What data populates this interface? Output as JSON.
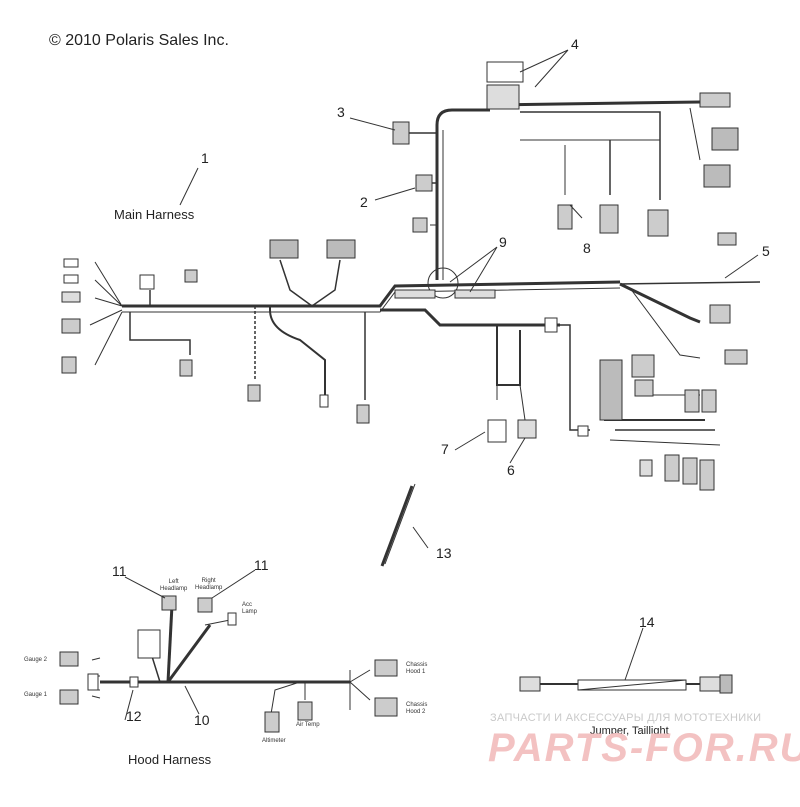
{
  "copyright": "© 2010 Polaris Sales Inc.",
  "labels": {
    "main_harness": "Main Harness",
    "hood_harness": "Hood Harness",
    "jumper_taillight": "Jumper, Taillight"
  },
  "callouts": {
    "c1": "1",
    "c2": "2",
    "c3": "3",
    "c4": "4",
    "c5": "5",
    "c6": "6",
    "c7": "7",
    "c8": "8",
    "c9": "9",
    "c10": "10",
    "c11a": "11",
    "c11b": "11",
    "c12": "12",
    "c13": "13",
    "c14": "14"
  },
  "connector_labels": {
    "left_headlamp": "Left\nHeadlamp",
    "right_headlamp": "Right\nHeadlamp",
    "acc_lamp": "Acc\nLamp",
    "gauge2": "Gauge 2",
    "gauge1": "Gauge 1",
    "chassis_hood1": "Chassis\nHood 1",
    "chassis_hood2": "Chassis\nHood 2",
    "altimeter": "Altimeter",
    "air_temp": "Air Temp"
  },
  "watermark": {
    "line1": "ЗАПЧАСТИ И АКСЕССУАРЫ ДЛЯ МОТОТЕХНИКИ",
    "line2": "PARTS-FOR.RU"
  },
  "colors": {
    "line": "#333333",
    "bg": "#ffffff",
    "watermark": "#e35a5a"
  }
}
